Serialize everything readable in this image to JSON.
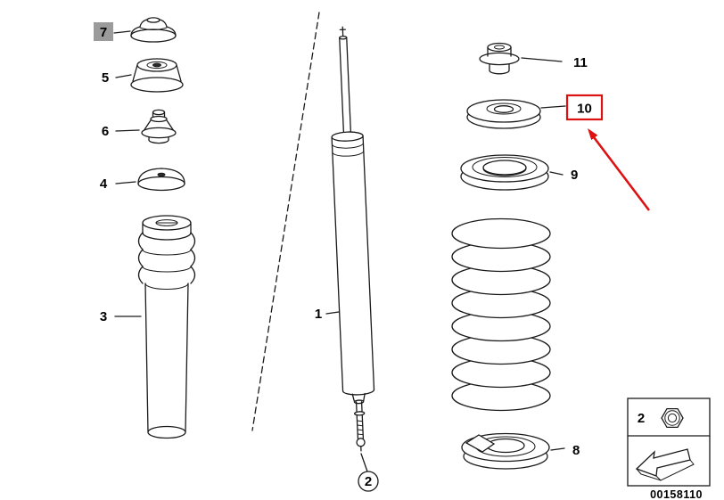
{
  "diagram": {
    "doc_number": "00158110",
    "parts": [
      "1",
      "2",
      "3",
      "4",
      "5",
      "6",
      "7",
      "8",
      "9",
      "10",
      "11"
    ],
    "highlighted_part": "10",
    "inset": {
      "part_label": "2"
    },
    "colors": {
      "line": "#1a1a1a",
      "highlight": "#dd1111",
      "part7_label_bg": "#9b9b9b"
    }
  }
}
